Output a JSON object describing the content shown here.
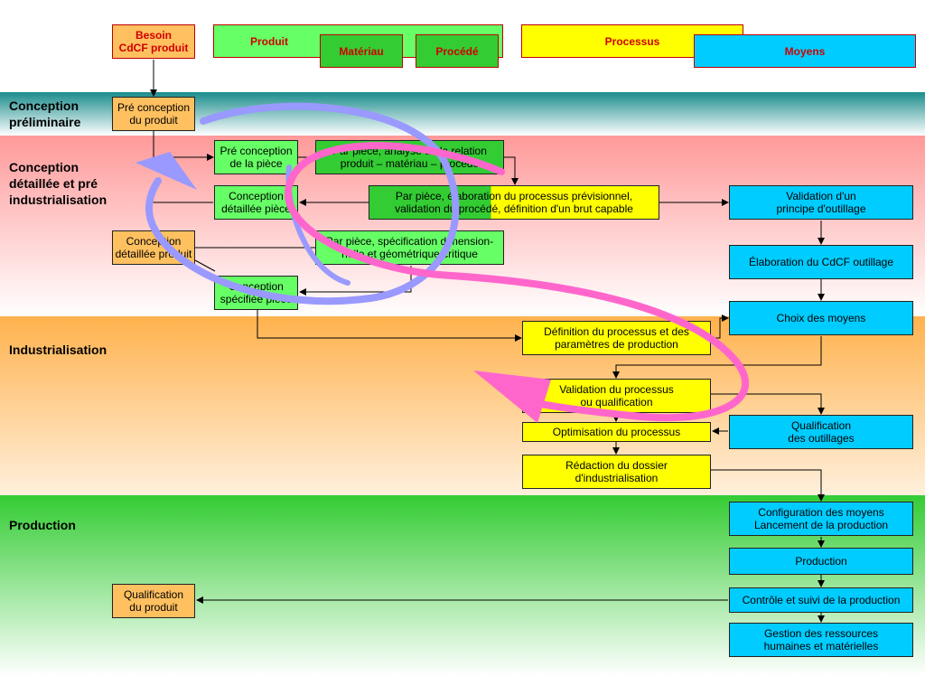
{
  "headers": {
    "besoin": "Besoin\nCdCF produit",
    "produit": "Produit",
    "materiau": "Matériau",
    "procede": "Procédé",
    "processus": "Processus",
    "moyens": "Moyens"
  },
  "bands": {
    "conception_preliminaire": "Conception\npréliminaire",
    "conception_detaillee": "Conception\ndétaillée et pré\nindustrialisation",
    "industrialisation": "Industrialisation",
    "production": "Production"
  },
  "boxes": {
    "pre_conception_produit": "Pré conception\ndu produit",
    "pre_conception_piece": "Pré conception\nde la pièce",
    "analyse_relation": "Par pièce, analyse de la relation\nproduit – matériau – procédé",
    "conception_detaillee_piece": "Conception\ndétaillée pièce",
    "elaboration_processus": "Par pièce, élaboration du processus prévisionnel,\nvalidation du procédé, définition d'un brut capable",
    "validation_principe": "Validation d'un\nprincipe d'outillage",
    "conception_detaillee_produit": "Conception\ndétaillée produit",
    "specification": "Par pièce, spécification dimension-\nnelle et géométrique critique",
    "elaboration_cdcf_outillage": "Élaboration du CdCF outillage",
    "conception_specifiee": "Conception\nspécifiée pièce",
    "choix_moyens": "Choix des moyens",
    "definition_processus": "Définition du processus et des\nparamètres de production",
    "validation_processus": "Validation du processus\nou qualification",
    "qualification_outillages": "Qualification\ndes outillages",
    "optimisation": "Optimisation du processus",
    "redaction": "Rédaction du dossier\nd'industrialisation",
    "configuration": "Configuration des moyens\nLancement de la production",
    "production": "Production",
    "qualification_produit": "Qualification\ndu produit",
    "controle": "Contrôle et suivi de la production",
    "gestion": "Gestion des ressources\nhumaines et matérielles"
  },
  "colors": {
    "orange": "#ffc060",
    "light_green": "#66ff66",
    "dark_green": "#33cc33",
    "yellow": "#ffff00",
    "cyan": "#00ccff",
    "header_text": "#d00000",
    "loop_blue": "#9999ff",
    "loop_pink": "#ff66cc"
  }
}
